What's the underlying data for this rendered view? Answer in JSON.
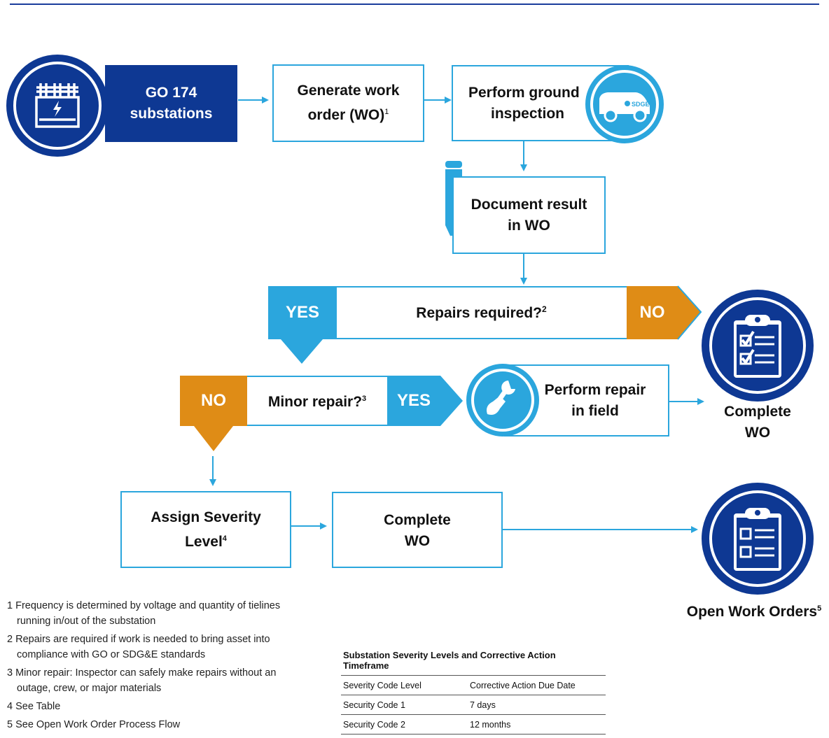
{
  "colors": {
    "dark_blue": "#0e3893",
    "light_blue": "#2ba6dd",
    "orange": "#df8c16"
  },
  "flow": {
    "start_line1": "GO 174",
    "start_line2": "substations",
    "generate_wo_line1": "Generate work",
    "generate_wo_line2": "order (WO)",
    "generate_wo_sup": "1",
    "inspect_line1": "Perform ground",
    "inspect_line2": "inspection",
    "truck_logo_text": "SDGE",
    "document_line1": "Document result",
    "document_line2": "in WO",
    "repairs_required": "Repairs required?",
    "repairs_required_sup": "2",
    "yes1": "YES",
    "no1": "NO",
    "minor_repair": "Minor repair?",
    "minor_repair_sup": "3",
    "yes2": "YES",
    "no2": "NO",
    "perform_repair_line1": "Perform repair",
    "perform_repair_line2": "in field",
    "complete_wo_right_line1": "Complete",
    "complete_wo_right_line2": "WO",
    "assign_line1": "Assign Severity",
    "assign_line2": "Level",
    "assign_sup": "4",
    "complete_wo_mid_line1": "Complete",
    "complete_wo_mid_line2": "WO",
    "open_orders": "Open Work Orders",
    "open_orders_sup": "5"
  },
  "footnotes": [
    {
      "line1": "1 Frequency is determined by voltage and quantity of tielines",
      "line2": "running in/out of the substation"
    },
    {
      "line1": "2 Repairs are required if work is needed to bring asset into",
      "line2": "compliance with GO or SDG&E standards"
    },
    {
      "line1": "3 Minor repair: Inspector can safely make repairs without an",
      "line2": "outage, crew, or major materials"
    },
    {
      "line1": "4 See Table",
      "line2": ""
    },
    {
      "line1": "5 See Open Work Order Process Flow",
      "line2": ""
    }
  ],
  "table": {
    "title": "Substation Severity Levels and Corrective Action Timeframe",
    "headers": [
      "Severity Code Level",
      "Corrective Action Due Date"
    ],
    "rows": [
      [
        "Security Code 1",
        "7 days"
      ],
      [
        "Security Code 2",
        "12 months"
      ]
    ]
  }
}
